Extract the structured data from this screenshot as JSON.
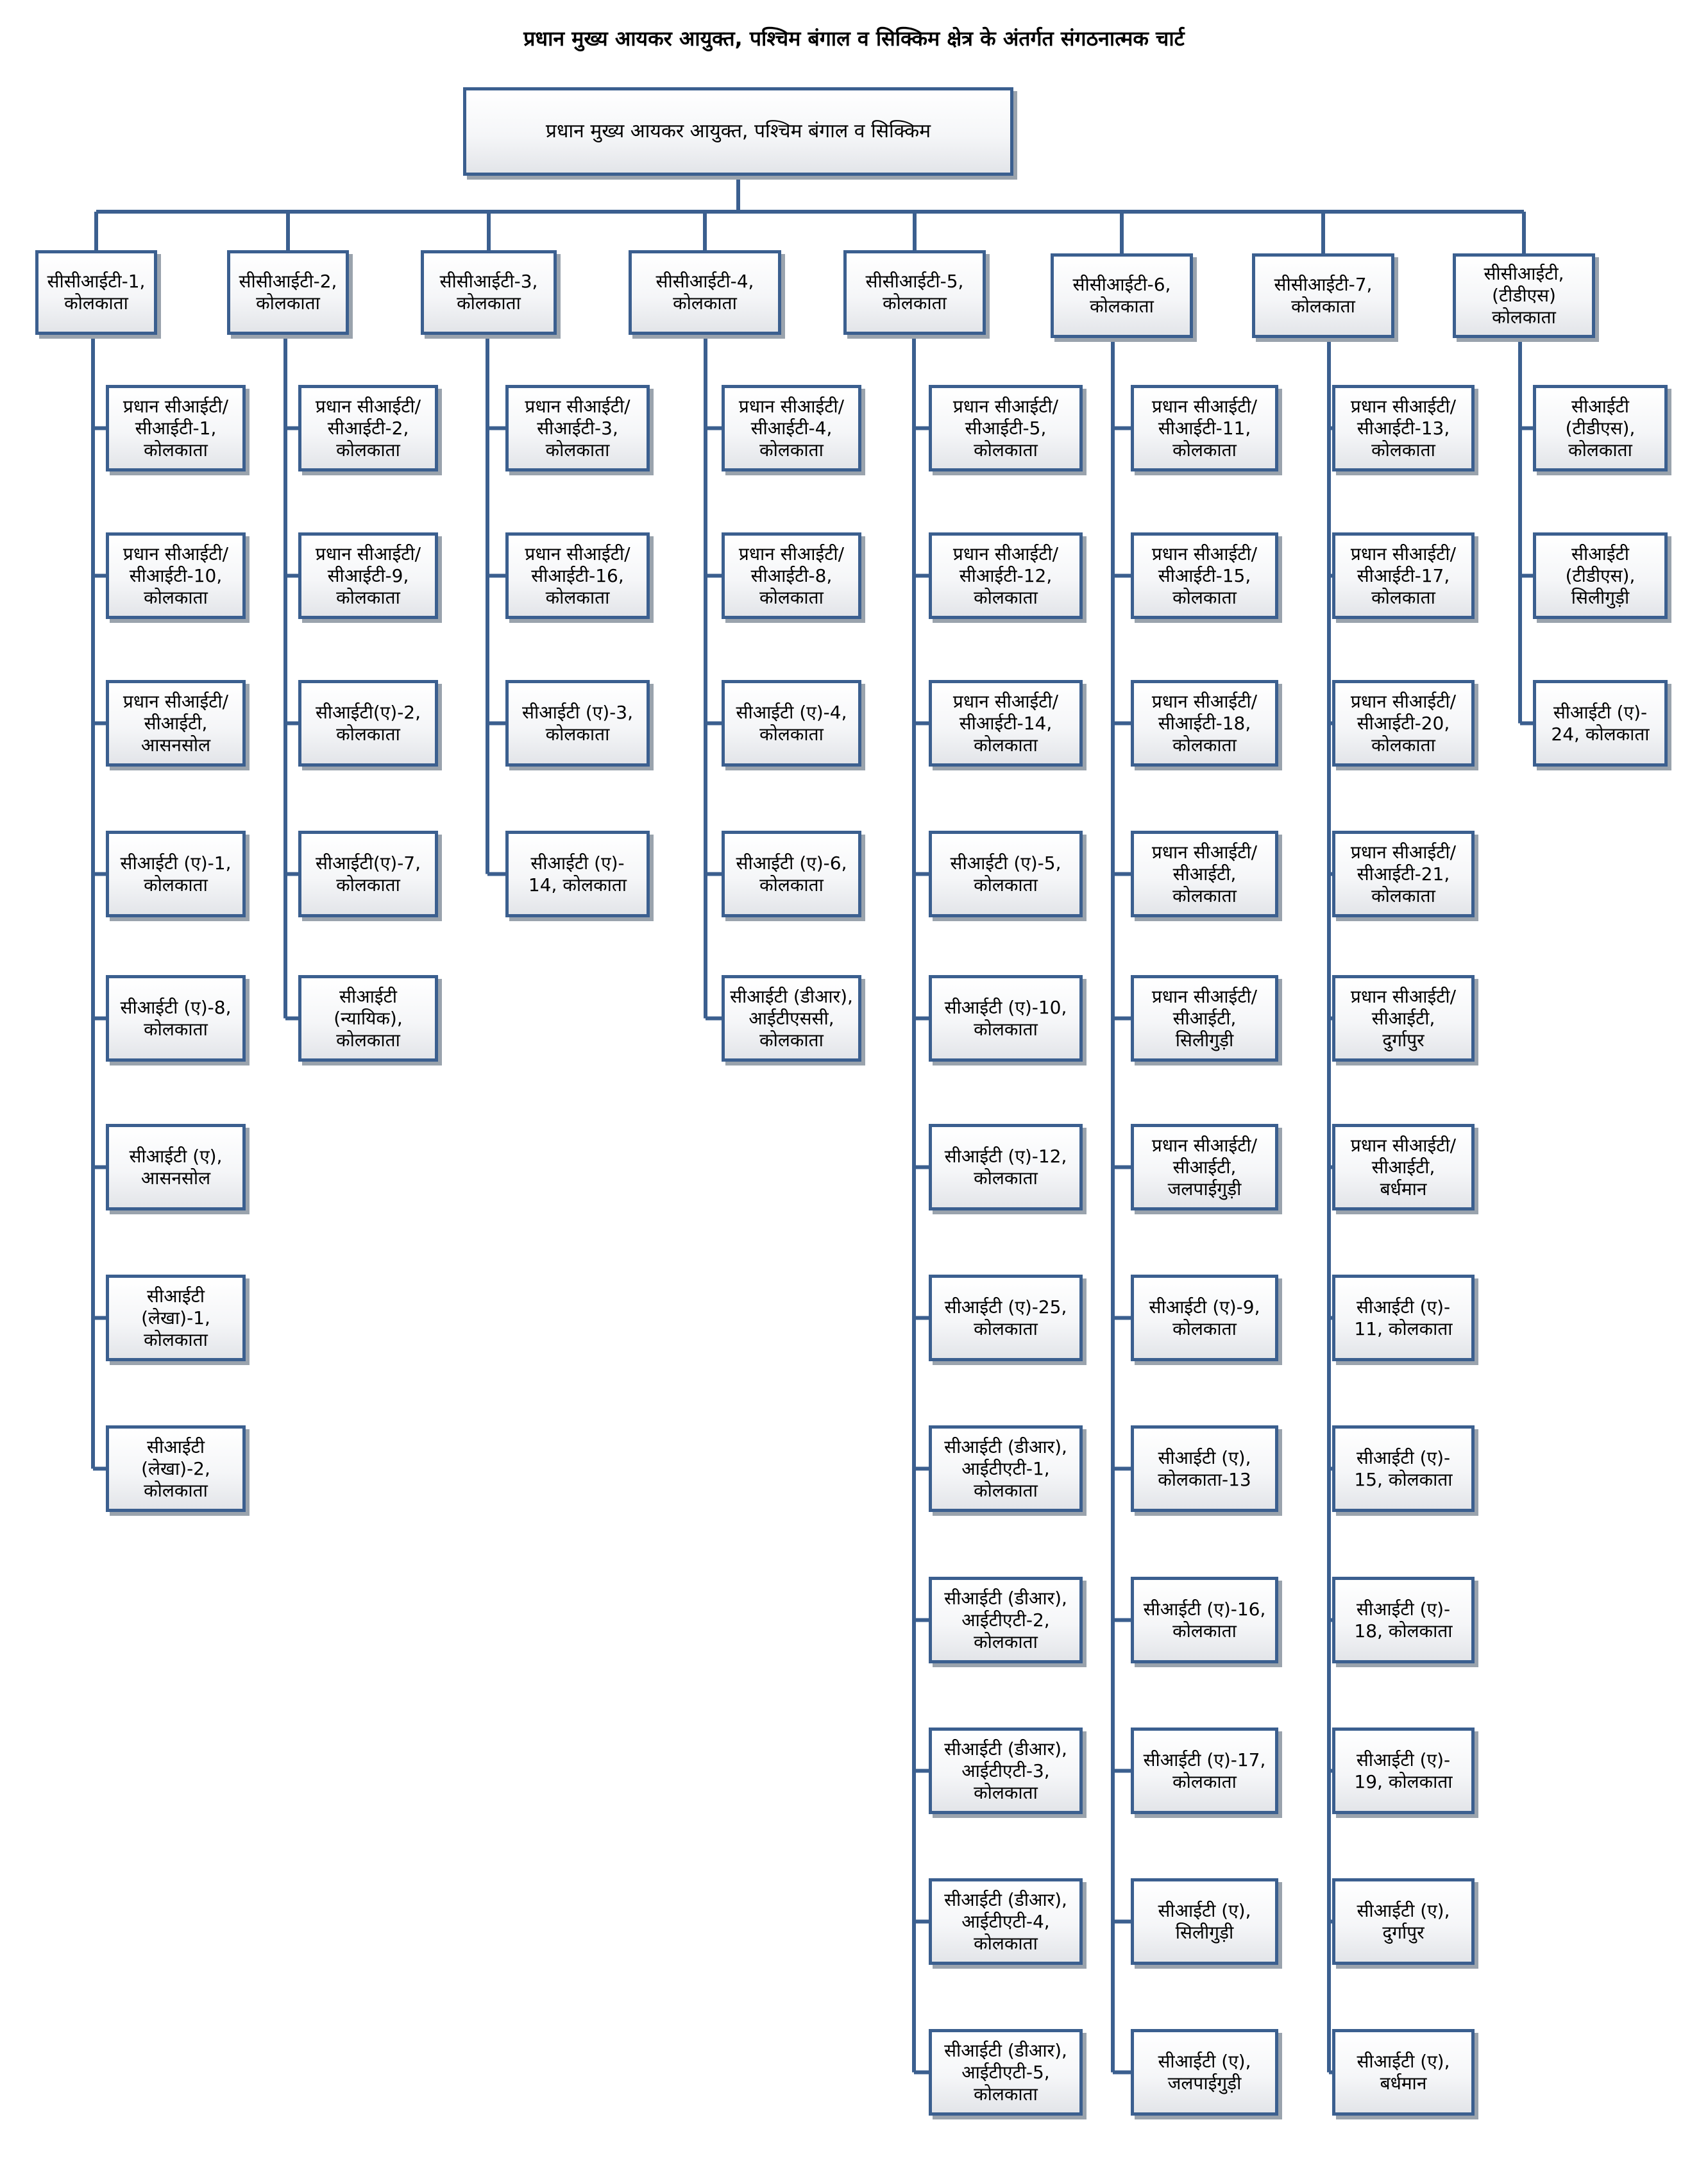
{
  "title": "प्रधान मुख्य आयकर आयुक्त, पश्चिम बंगाल व सिक्किम क्षेत्र के अंतर्गत संगठनात्मक चार्ट",
  "root": {
    "label": "प्रधान मुख्य आयकर आयुक्त, पश्चिम बंगाल व सिक्किम"
  },
  "columns": [
    {
      "label": "सीसीआईटी-1,\nकोलकाता",
      "children": [
        "प्रधान सीआईटी/\nसीआईटी-1,\nकोलकाता",
        "प्रधान सीआईटी/\nसीआईटी-10,\nकोलकाता",
        "प्रधान सीआईटी/\nसीआईटी,\nआसनसोल",
        "सीआईटी (ए)-1,\nकोलकाता",
        "सीआईटी (ए)-8,\nकोलकाता",
        "सीआईटी (ए),\nआसनसोल",
        "सीआईटी\n(लेखा)-1,\nकोलकाता",
        "सीआईटी\n(लेखा)-2,\nकोलकाता"
      ]
    },
    {
      "label": "सीसीआईटी-2,\nकोलकाता",
      "children": [
        "प्रधान सीआईटी/\nसीआईटी-2,\nकोलकाता",
        "प्रधान सीआईटी/\nसीआईटी-9,\nकोलकाता",
        "सीआईटी(ए)-2,\nकोलकाता",
        "सीआईटी(ए)-7,\nकोलकाता",
        "सीआईटी\n(न्यायिक),\nकोलकाता"
      ]
    },
    {
      "label": "सीसीआईटी-3,\nकोलकाता",
      "children": [
        "प्रधान सीआईटी/\nसीआईटी-3,\nकोलकाता",
        "प्रधान सीआईटी/\nसीआईटी-16,\nकोलकाता",
        "सीआईटी (ए)-3,\nकोलकाता",
        "सीआईटी (ए)-\n14, कोलकाता"
      ]
    },
    {
      "label": "सीसीआईटी-4,\nकोलकाता",
      "children": [
        "प्रधान सीआईटी/\nसीआईटी-4,\nकोलकाता",
        "प्रधान सीआईटी/\nसीआईटी-8,\nकोलकाता",
        "सीआईटी (ए)-4,\nकोलकाता",
        "सीआईटी (ए)-6,\nकोलकाता",
        "सीआईटी (डीआर),\nआईटीएससी,\nकोलकाता"
      ]
    },
    {
      "label": "सीसीआईटी-5,\nकोलकाता",
      "children": [
        "प्रधान सीआईटी/\nसीआईटी-5,\nकोलकाता",
        "प्रधान सीआईटी/\nसीआईटी-12,\nकोलकाता",
        "प्रधान सीआईटी/\nसीआईटी-14,\nकोलकाता",
        "सीआईटी (ए)-5,\nकोलकाता",
        "सीआईटी (ए)-10,\nकोलकाता",
        "सीआईटी (ए)-12,\nकोलकाता",
        "सीआईटी (ए)-25,\nकोलकाता",
        "सीआईटी (डीआर),\nआईटीएटी-1,\nकोलकाता",
        "सीआईटी (डीआर),\nआईटीएटी-2,\nकोलकाता",
        "सीआईटी (डीआर),\nआईटीएटी-3,\nकोलकाता",
        "सीआईटी (डीआर),\nआईटीएटी-4,\nकोलकाता",
        "सीआईटी (डीआर),\nआईटीएटी-5,\nकोलकाता"
      ]
    },
    {
      "label": "सीसीआईटी-6,\nकोलकाता",
      "children": [
        "प्रधान सीआईटी/\nसीआईटी-11,\nकोलकाता",
        "प्रधान सीआईटी/\nसीआईटी-15,\nकोलकाता",
        "प्रधान सीआईटी/\nसीआईटी-18,\nकोलकाता",
        "प्रधान सीआईटी/\nसीआईटी,\nकोलकाता",
        "प्रधान सीआईटी/\nसीआईटी,\nसिलीगुड़ी",
        "प्रधान सीआईटी/\nसीआईटी,\nजलपाईगुड़ी",
        "सीआईटी (ए)-9,\nकोलकाता",
        "सीआईटी (ए),\nकोलकाता-13",
        "सीआईटी (ए)-16,\nकोलकाता",
        "सीआईटी (ए)-17,\nकोलकाता",
        "सीआईटी (ए),\nसिलीगुड़ी",
        "सीआईटी (ए),\nजलपाईगुड़ी"
      ]
    },
    {
      "label": "सीसीआईटी-7,\nकोलकाता",
      "children": [
        "प्रधान सीआईटी/\nसीआईटी-13,\nकोलकाता",
        "प्रधान सीआईटी/\nसीआईटी-17,\nकोलकाता",
        "प्रधान सीआईटी/\nसीआईटी-20,\nकोलकाता",
        "प्रधान सीआईटी/\nसीआईटी-21,\nकोलकाता",
        "प्रधान सीआईटी/\nसीआईटी,\nदुर्गापुर",
        "प्रधान सीआईटी/\nसीआईटी,\nबर्धमान",
        "सीआईटी (ए)-\n11, कोलकाता",
        "सीआईटी (ए)-\n15, कोलकाता",
        "सीआईटी (ए)-\n18, कोलकाता",
        "सीआईटी (ए)-\n19, कोलकाता",
        "सीआईटी (ए),\nदुर्गापुर",
        "सीआईटी (ए),\nबर्धमान"
      ]
    },
    {
      "label": "सीसीआईटी,\n(टीडीएस)\nकोलकाता",
      "children": [
        "सीआईटी\n(टीडीएस),\nकोलकाता",
        "सीआईटी\n(टीडीएस),\nसिलीगुड़ी",
        "सीआईटी (ए)-\n24, कोलकाता"
      ]
    }
  ]
}
